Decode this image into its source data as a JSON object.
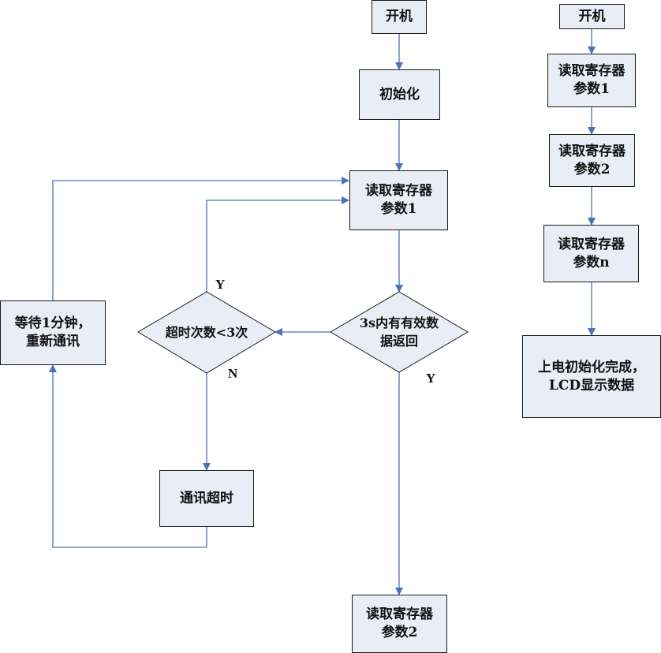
{
  "left_flow": {
    "start": "开机",
    "init": "初始化",
    "read1": [
      "读取寄存器",
      "参数1"
    ],
    "check_valid": [
      "3s内有有效数",
      "据返回"
    ],
    "check_timeout": "超时次数<3次",
    "wait": [
      "等待1分钟，",
      "重新通讯"
    ],
    "timeout": "通讯超时",
    "read2": [
      "读取寄存器",
      "参数2"
    ],
    "label_y_timeout": "Y",
    "label_n_timeout": "N",
    "label_y_valid": "Y"
  },
  "right_flow": {
    "start": "开机",
    "read1": [
      "读取寄存器",
      "参数1"
    ],
    "read2": [
      "读取寄存器",
      "参数2"
    ],
    "readn": [
      "读取寄存器",
      "参数n"
    ],
    "done": [
      "上电初始化完成，",
      "LCD显示数据"
    ]
  },
  "colors": {
    "box_fill": "#e8edf6",
    "box_border": "#1a1a1a",
    "arrow": "#4a72b8"
  }
}
